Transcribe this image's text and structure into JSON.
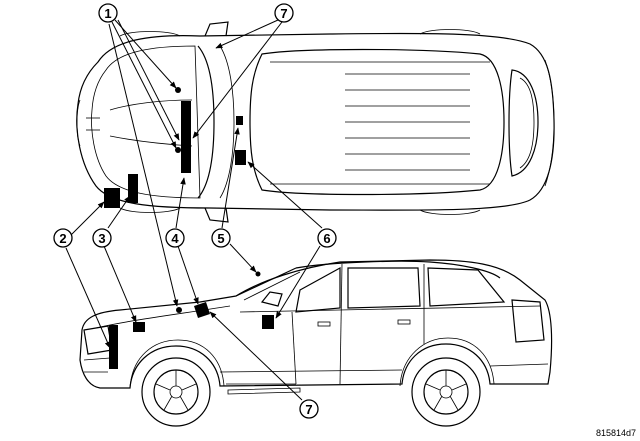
{
  "figure_id": "815814d7",
  "callouts": [
    {
      "id": "c1",
      "label": "1"
    },
    {
      "id": "c2",
      "label": "2"
    },
    {
      "id": "c3",
      "label": "3"
    },
    {
      "id": "c4",
      "label": "4"
    },
    {
      "id": "c5",
      "label": "5"
    },
    {
      "id": "c6",
      "label": "6"
    },
    {
      "id": "c7-top",
      "label": "7"
    },
    {
      "id": "c7-bottom",
      "label": "7"
    }
  ]
}
